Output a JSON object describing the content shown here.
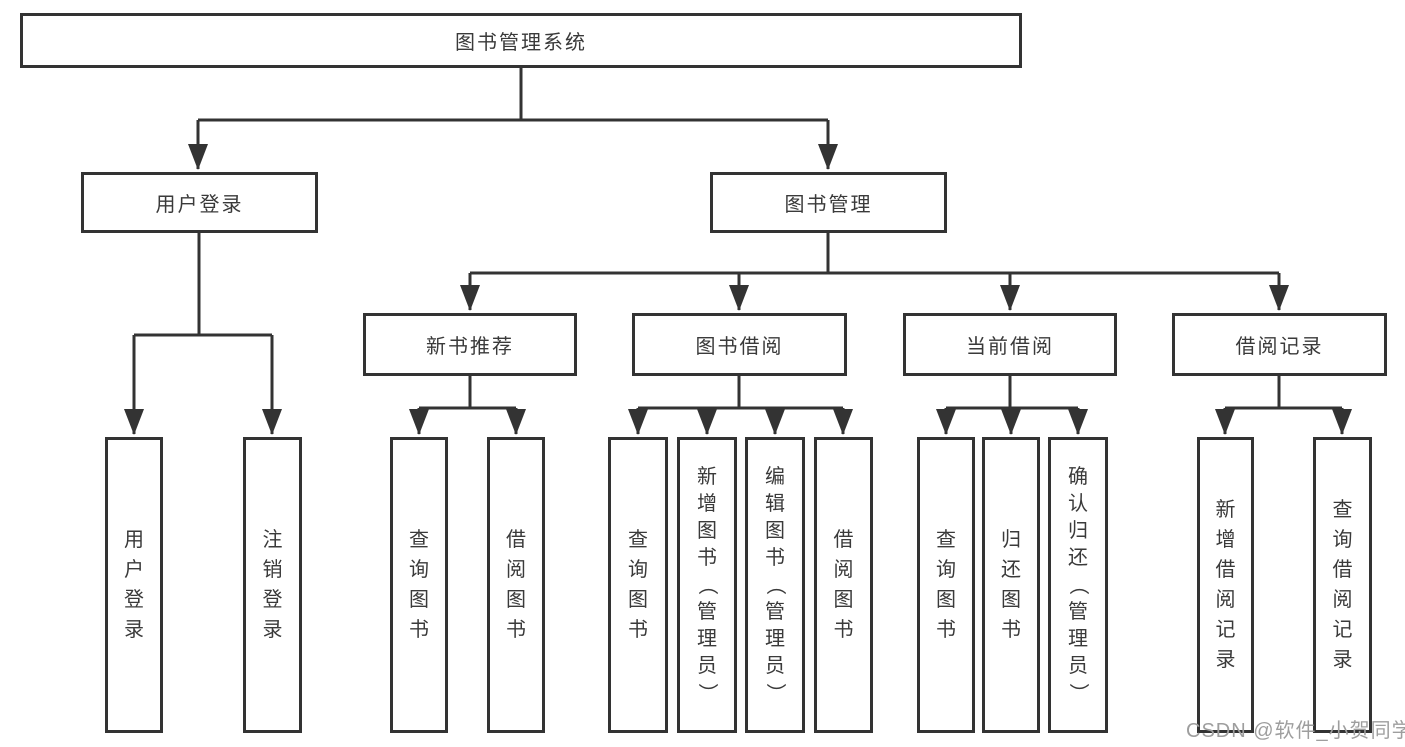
{
  "colors": {
    "line": "#333333",
    "text": "#3a3a3a",
    "watermark": "#9e9e9e",
    "bg": "#ffffff"
  },
  "watermark": "CSDN @软件_小贺同学",
  "tree": {
    "root": {
      "label": "图书管理系统"
    },
    "children": [
      {
        "label": "用户登录",
        "children": [
          {
            "label": "用户登录"
          },
          {
            "label": "注销登录"
          }
        ]
      },
      {
        "label": "图书管理",
        "children": [
          {
            "label": "新书推荐",
            "children": [
              {
                "label": "查询图书"
              },
              {
                "label": "借阅图书"
              }
            ]
          },
          {
            "label": "图书借阅",
            "children": [
              {
                "label": "查询图书"
              },
              {
                "label": "新增图书（管理员）"
              },
              {
                "label": "编辑图书（管理员）"
              },
              {
                "label": "借阅图书"
              }
            ]
          },
          {
            "label": "当前借阅",
            "children": [
              {
                "label": "查询图书"
              },
              {
                "label": "归还图书"
              },
              {
                "label": "确认归还（管理员）"
              }
            ]
          },
          {
            "label": "借阅记录",
            "children": [
              {
                "label": "新增借阅记录"
              },
              {
                "label": "查询借阅记录"
              }
            ]
          }
        ]
      }
    ]
  }
}
